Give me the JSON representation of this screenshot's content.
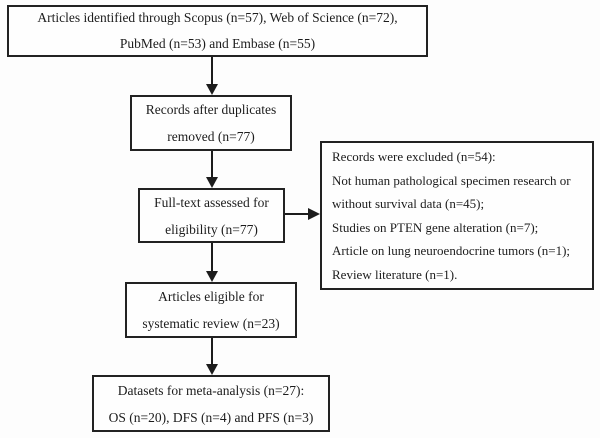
{
  "diagram": {
    "type": "flowchart",
    "title_semantic": "Study selection flow diagram (PRISMA-style)",
    "colors": {
      "background": "#fdfdfd",
      "box_fill": "#fefefe",
      "border": "#222222",
      "text": "#1c1c1c",
      "arrow": "#1c1c1c"
    },
    "boxes": {
      "identified": {
        "lines": {
          "0": "Articles identified through Scopus (n=57), Web of Science (n=72),",
          "1": "PubMed (n=53) and Embase (n=55)"
        }
      },
      "duplicates": {
        "lines": {
          "0": "Records after duplicates",
          "1": "removed (n=77)"
        }
      },
      "fulltext": {
        "lines": {
          "0": "Full-text assessed for",
          "1": "eligibility (n=77)"
        }
      },
      "excluded": {
        "lines": {
          "0": "Records were excluded (n=54):",
          "1": "Not human pathological specimen research or",
          "2": "without survival data (n=45);",
          "3": "Studies on PTEN gene alteration (n=7);",
          "4": "Article on lung neuroendocrine tumors (n=1);",
          "5": "Review literature (n=1)."
        }
      },
      "eligible": {
        "lines": {
          "0": "Articles eligible for",
          "1": "systematic review (n=23)"
        }
      },
      "datasets": {
        "lines": {
          "0": "Datasets for meta-analysis (n=27):",
          "1": "OS (n=20), DFS (n=4) and PFS (n=3)"
        }
      }
    }
  }
}
